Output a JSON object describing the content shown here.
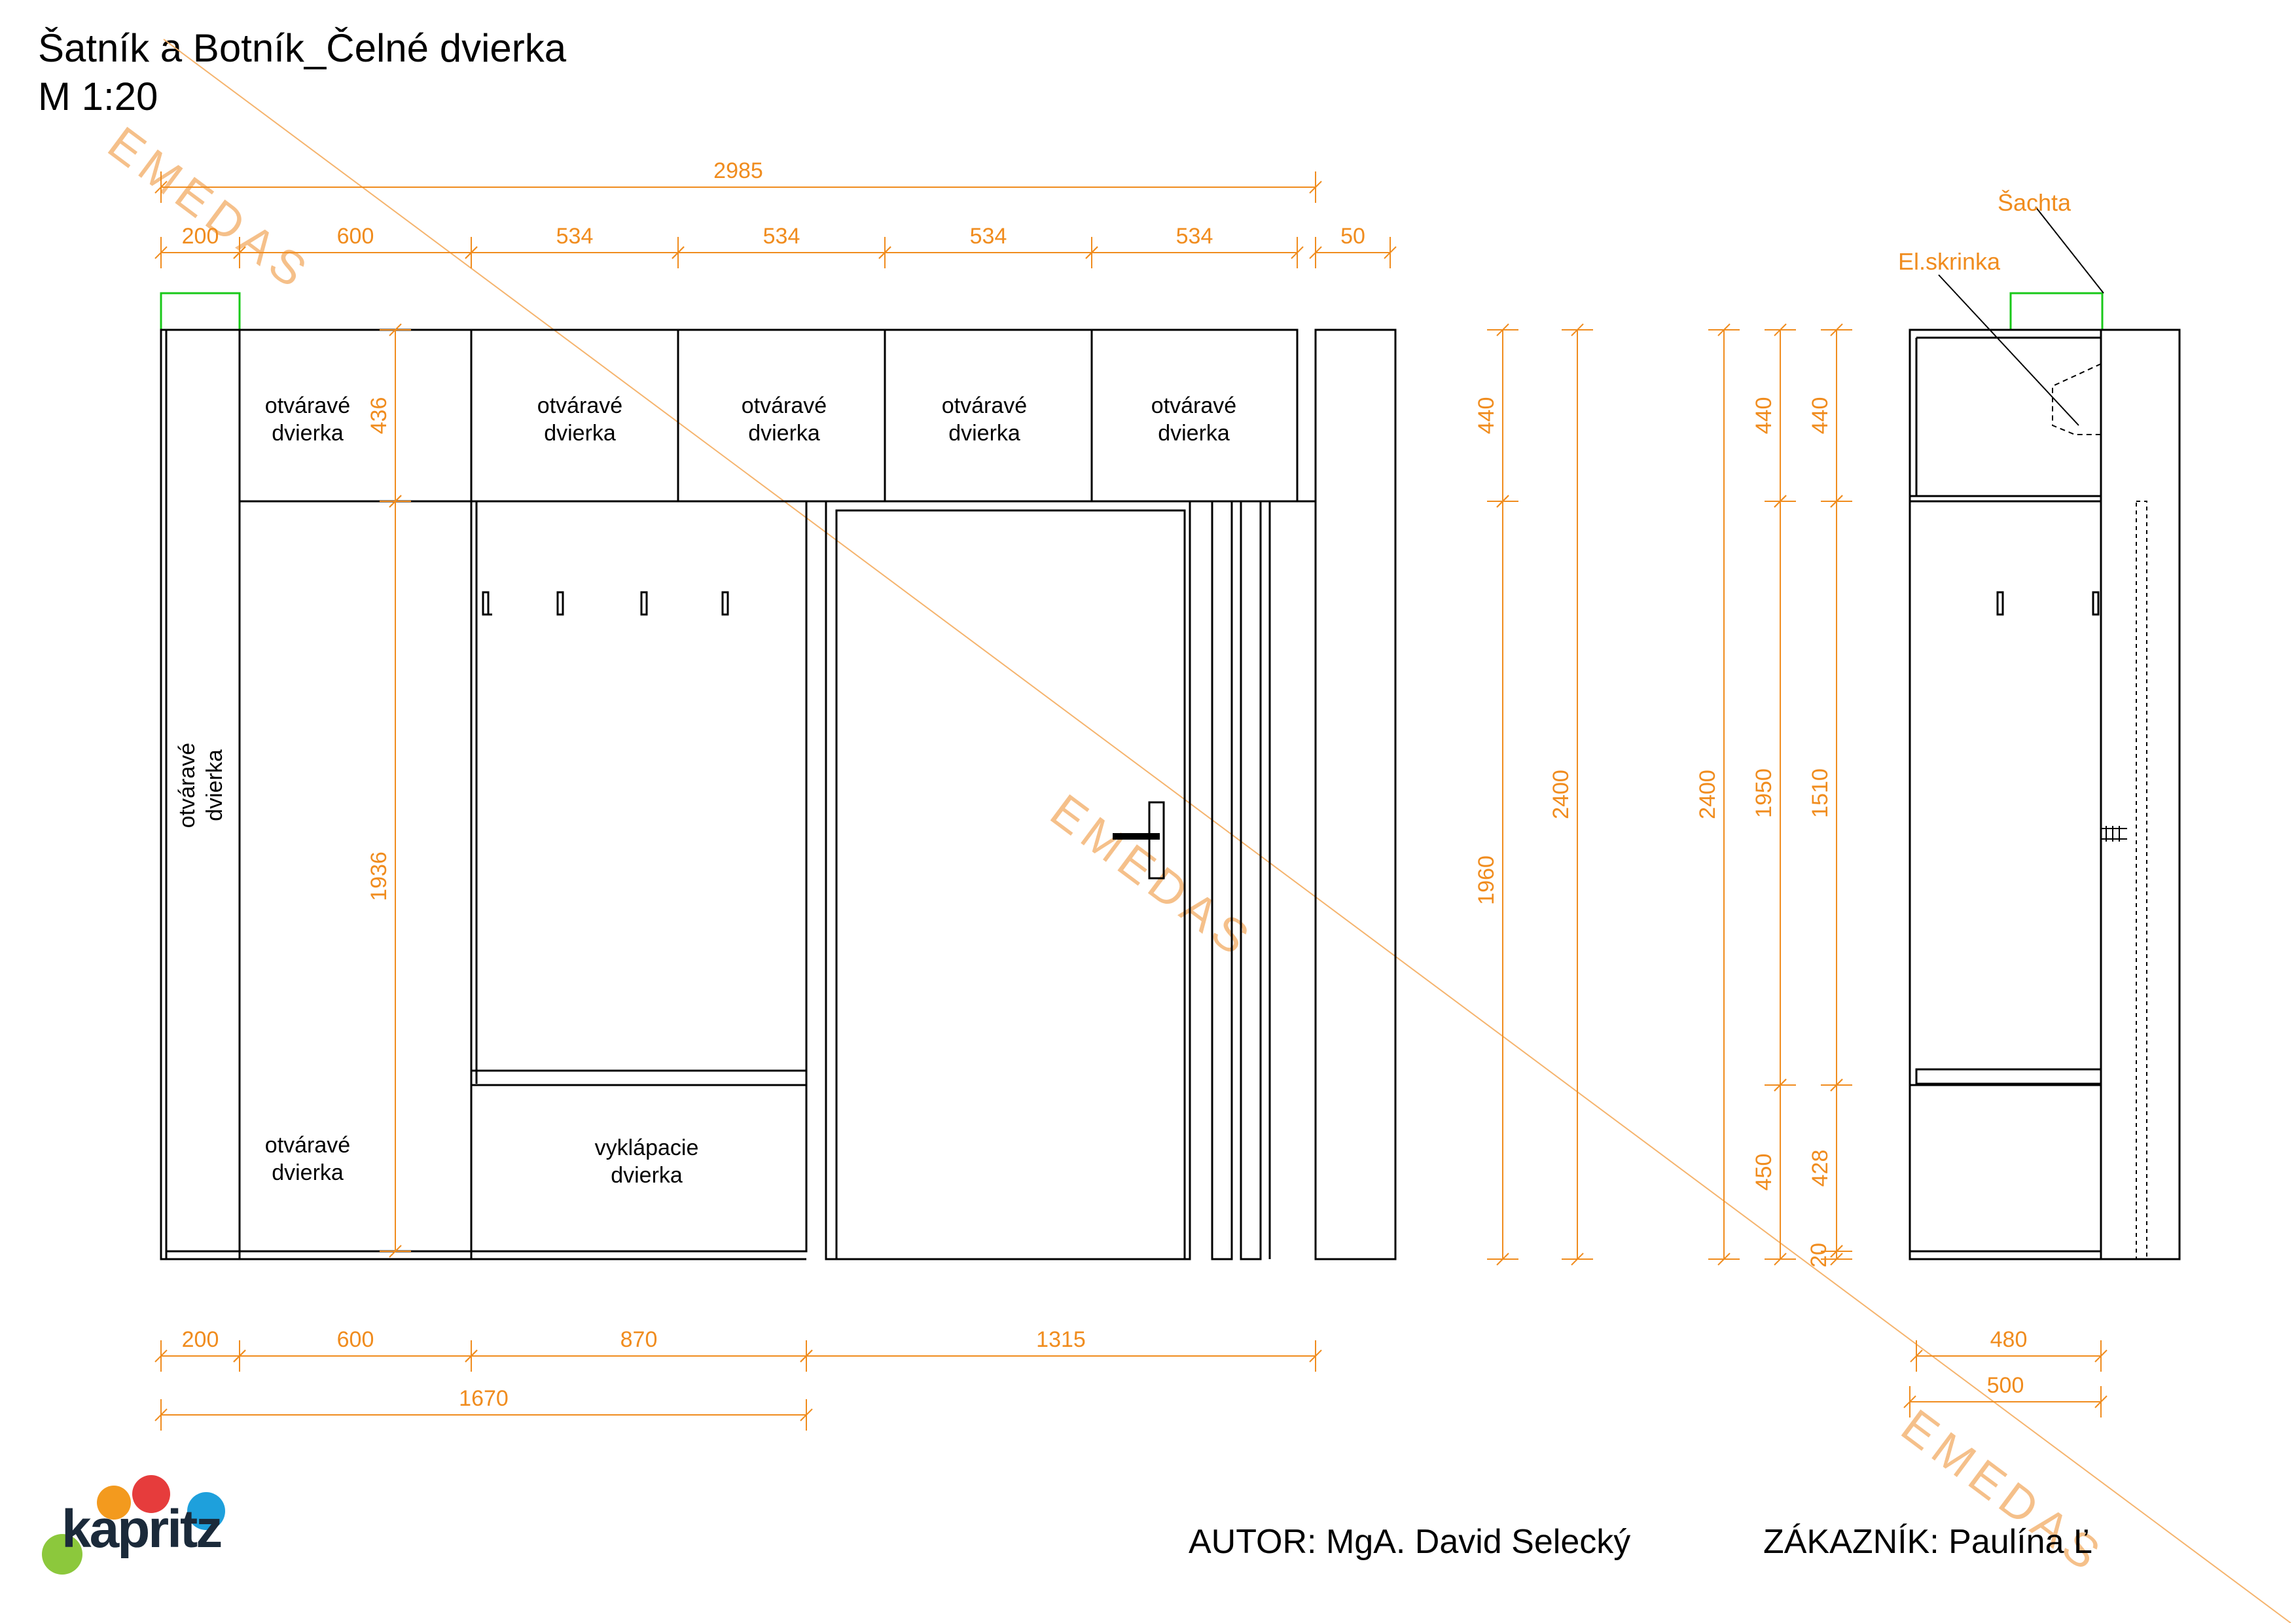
{
  "title": "Šatník a Botník_Čelné dvierka",
  "scale": "M 1:20",
  "colors": {
    "dimension": "#f08c1e",
    "outline": "#000000",
    "green": "#19c819",
    "watermark": "#f5b46e"
  },
  "labels": {
    "door_open": "otváravé\ndvierka",
    "door_flip": "vyklápacie\ndvierka",
    "el_skrinka": "El.skrinka",
    "sachta": "Šachta"
  },
  "dims": {
    "top_total": "2985",
    "top_parts": [
      "200",
      "600",
      "534",
      "534",
      "534",
      "534",
      "50"
    ],
    "bottom_parts": [
      "200",
      "600",
      "870",
      "1315"
    ],
    "bottom_total": "1670",
    "inner_top": "436",
    "inner_main": "1936",
    "front_right": [
      "440",
      "1960",
      "2400"
    ],
    "side_outer": "2400",
    "side_a": [
      "440",
      "1950",
      "450"
    ],
    "side_b": [
      "440",
      "1510",
      "428",
      "20"
    ],
    "side_bottom": [
      "480",
      "500"
    ]
  },
  "watermark": "EMEDAS",
  "logo": {
    "text": "kapritz",
    "dot_colors": [
      "#f39a1e",
      "#e63c3c",
      "#1ea0dc",
      "#8cc83c"
    ]
  },
  "author": "AUTOR: MgA. David Selecký",
  "customer": "ZÁKAZNÍK: Paulína Ľ"
}
